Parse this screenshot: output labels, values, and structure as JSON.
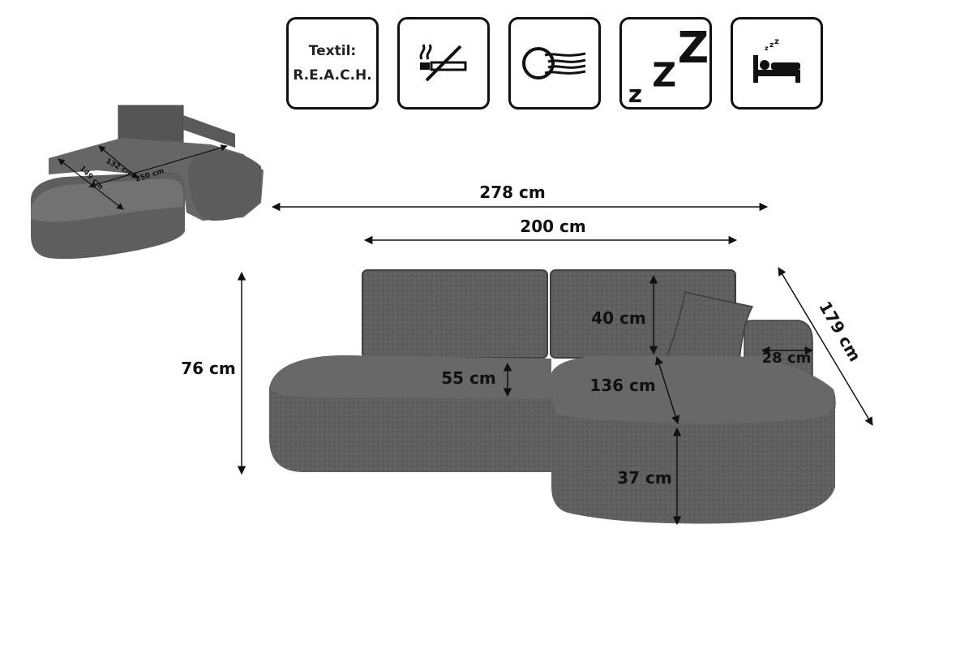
{
  "badges": [
    {
      "icon": "reach-certificate-icon",
      "line1": "Textil:",
      "line2": "R.E.A.C.H."
    },
    {
      "icon": "no-smoking-icon"
    },
    {
      "icon": "breathable-foam-icon"
    },
    {
      "icon": "sleep-zzz-icon"
    },
    {
      "icon": "bed-sleep-function-icon"
    }
  ],
  "dimensions": {
    "total_width": "278 cm",
    "seat_width": "200 cm",
    "height": "76 cm",
    "depth": "179 cm",
    "backrest_height": "40 cm",
    "armrest_width": "28 cm",
    "seat_height_left": "55 cm",
    "chaise_depth": "136 cm",
    "seat_height": "37 cm"
  },
  "thumbnail_dimensions": {
    "a": "132 cm",
    "b": "149 cm",
    "c": "250 cm"
  },
  "colors": {
    "fabric": "#5f5f5f",
    "fabric_dark": "#4c4c4c",
    "fabric_light": "#6e6e6e",
    "outline": "#111111"
  }
}
